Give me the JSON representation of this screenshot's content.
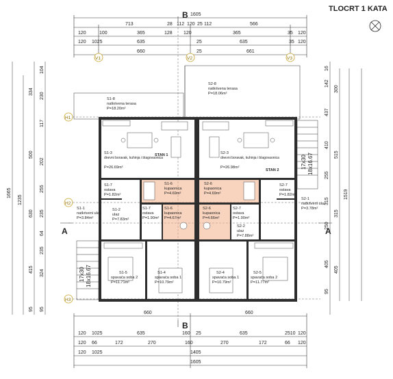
{
  "title": "TLOCRT 1 KATA",
  "section_markers": {
    "b_top": "B",
    "b_bottom": "B",
    "a_left": "A",
    "a_right": "A"
  },
  "axes": {
    "v1": "V1",
    "v2": "V2",
    "v3": "V3",
    "h1": "H1",
    "h2": "H2",
    "h3": "H3"
  },
  "dims_top": {
    "overall": "1605",
    "row1": [
      "713",
      "28",
      "112",
      "120",
      "25",
      "112",
      "566"
    ],
    "row2": [
      "120",
      "100",
      "365",
      "128",
      "120",
      "365",
      "35",
      "120"
    ],
    "row3": [
      "120",
      "1025",
      "635",
      "25",
      "635",
      "35",
      "120"
    ],
    "row4": [
      "660",
      "25",
      "661"
    ]
  },
  "dims_bottom": {
    "row1": [
      "660",
      "660"
    ],
    "row2": [
      "120",
      "1025",
      "635",
      "160",
      "25",
      "635",
      "2510",
      "120"
    ],
    "row3": [
      "120",
      "66",
      "172",
      "270",
      "160",
      "270",
      "172",
      "66",
      "120"
    ],
    "row4": [
      "120",
      "1025",
      "1405"
    ],
    "overall": "1605"
  },
  "dims_left": {
    "col1": [
      "1665",
      "1235"
    ],
    "col2": [
      "334",
      "500",
      "630",
      "415",
      "95"
    ],
    "col3": [
      "104",
      "230",
      "117",
      "202",
      "255",
      "235",
      "64",
      "235",
      "324",
      "95"
    ]
  },
  "dims_right": {
    "col1": [
      "1519"
    ],
    "col2": [
      "300",
      "515",
      "315",
      "405"
    ],
    "col3": [
      "16",
      "142",
      "437",
      "410",
      "255",
      "315",
      "250",
      "405",
      "95"
    ]
  },
  "rooms": [
    {
      "id": "S1-8",
      "name": "natkrivena terasa",
      "area": "P=18.20m²"
    },
    {
      "id": "S2-8",
      "name": "natkrivena terasa",
      "area": "P=18.06m²"
    },
    {
      "id": "S1-3",
      "name": "dnevni boravak, kuhinja i blagovaonica",
      "area": "P=26.69m²"
    },
    {
      "id": "S2-3",
      "name": "dnevni boravak, kuhinja i blagovaonica",
      "area": "P=26.98m²"
    },
    {
      "id": "S1-6",
      "name": "kupaonica",
      "area": "P=4.69m²"
    },
    {
      "id": "S2-6",
      "name": "kupaonica",
      "area": "P=4.69m²"
    },
    {
      "id": "S1-7",
      "name": "ostava",
      "area": "P=1.82m²"
    },
    {
      "id": "S2-7",
      "name": "ostava",
      "area": "P=1.82m²"
    },
    {
      "id": "S1-1",
      "name": "natkriveni ulaz",
      "area": "P=3.84m²"
    },
    {
      "id": "S2-1",
      "name": "natkriveni ulaz",
      "area": "P=3.78m²"
    },
    {
      "id": "S1-2",
      "name": "ulaz",
      "area": "P=7.83m²"
    },
    {
      "id": "S2-2",
      "name": "ulaz",
      "area": "P=7.88m²"
    },
    {
      "id": "S1-6",
      "name": "kupaonica",
      "area": "P=4.67m²"
    },
    {
      "id": "S2-6",
      "name": "kupaonica",
      "area": "P=4.66m²"
    },
    {
      "id": "S1-7",
      "name": "ostava",
      "area": "P=1.90m²"
    },
    {
      "id": "S2-7",
      "name": "ostava",
      "area": "P=1.90m²"
    },
    {
      "id": "S1-5",
      "name": "spavaća soba 2",
      "area": "P=11.71m²"
    },
    {
      "id": "S1-4",
      "name": "spavaća soba 1",
      "area": "P=10.79m²"
    },
    {
      "id": "S2-4",
      "name": "spavaća soba 1",
      "area": "P=10.79m²"
    },
    {
      "id": "S2-5",
      "name": "spavaća soba 2",
      "area": "P=11.77m²"
    }
  ],
  "units": {
    "stan1": "STAN 1",
    "stan2": "STAN 2"
  },
  "stairs": {
    "left_a": "17x30",
    "left_b": "18x16.67",
    "right_a": "17x30",
    "right_b": "18x16.67"
  },
  "icons": {
    "north": "north-arrow-icon"
  }
}
